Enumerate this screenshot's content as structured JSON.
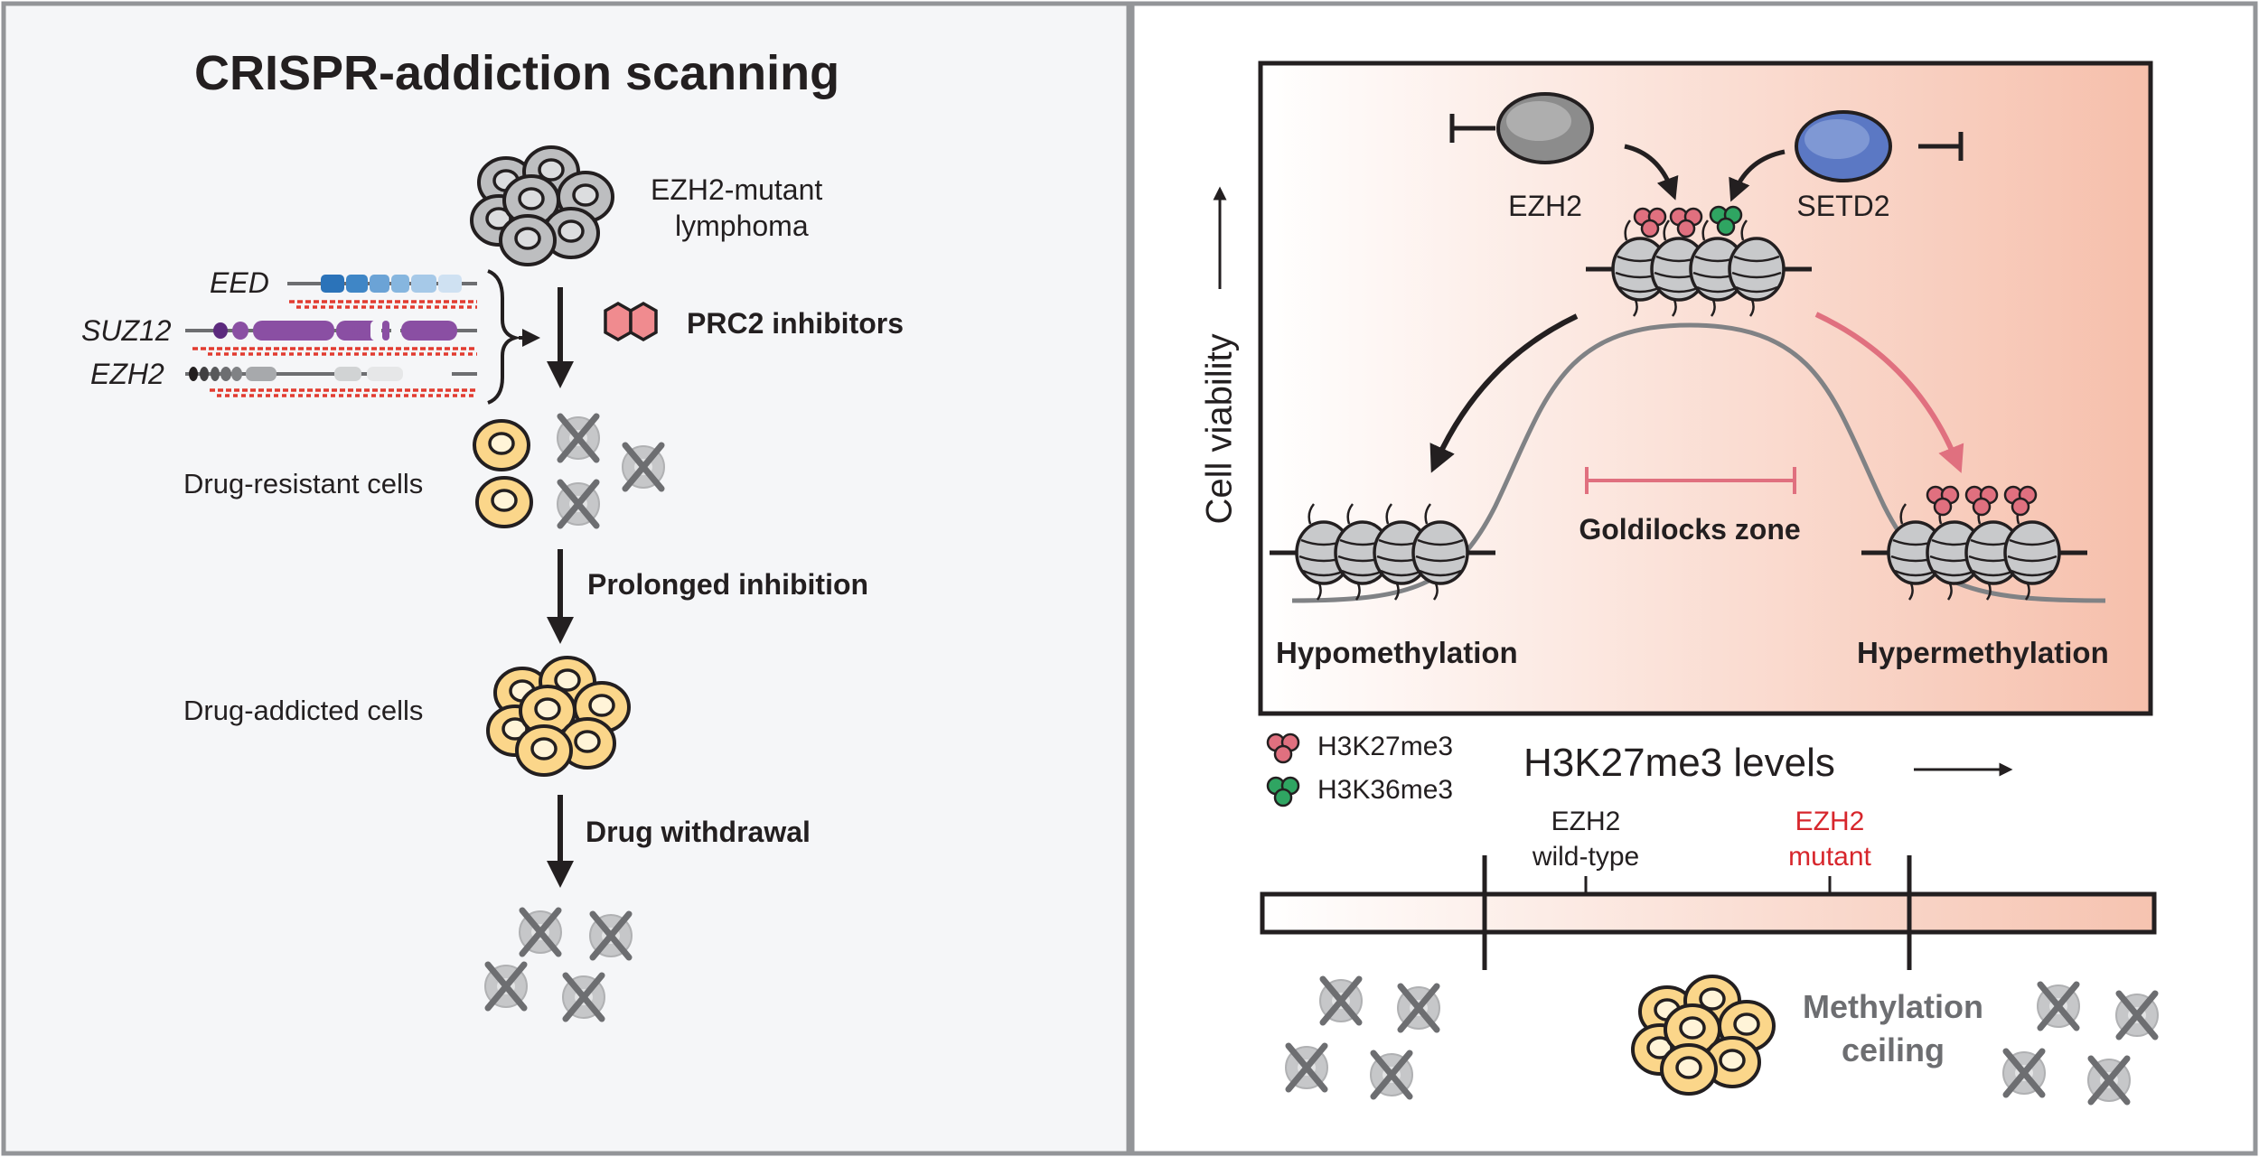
{
  "left_panel": {
    "title": "CRISPR-addiction scanning",
    "lymphoma_label": [
      "EZH2-mutant",
      "lymphoma"
    ],
    "genes": [
      "EED",
      "SUZ12",
      "EZH2"
    ],
    "inhibitor_label": "PRC2 inhibitors",
    "resistant_label": "Drug-resistant cells",
    "prolonged_label": "Prolonged inhibition",
    "addicted_label": "Drug-addicted cells",
    "withdrawal_label": "Drug withdrawal"
  },
  "right_panel": {
    "y_axis_label": "Cell viability",
    "ezh2_label": "EZH2",
    "setd2_label": "SETD2",
    "goldilocks_label": "Goldilocks zone",
    "hypo_label": "Hypomethylation",
    "hyper_label": "Hypermethylation",
    "legend": [
      {
        "label": "H3K27me3",
        "color": "#e0707f"
      },
      {
        "label": "H3K36me3",
        "color": "#2fa562"
      }
    ],
    "x_axis_label": "H3K27me3 levels",
    "wild_type_label": [
      "EZH2",
      "wild-type"
    ],
    "mutant_label": [
      "EZH2",
      "mutant"
    ],
    "ceiling_label": [
      "Methylation",
      "ceiling"
    ]
  },
  "colors": {
    "cell_yellow": "#fbd68a",
    "cell_gray": "#bdbec0",
    "ezh2_gray": "#8c8c8c",
    "setd2_blue": "#5b78c4",
    "pink": "#e0707f",
    "mutant_red": "#d7262c",
    "eed_blue": "#2b73b9",
    "suz12_purple": "#8a4fa3",
    "panel_bg": "#f5f6f8"
  }
}
